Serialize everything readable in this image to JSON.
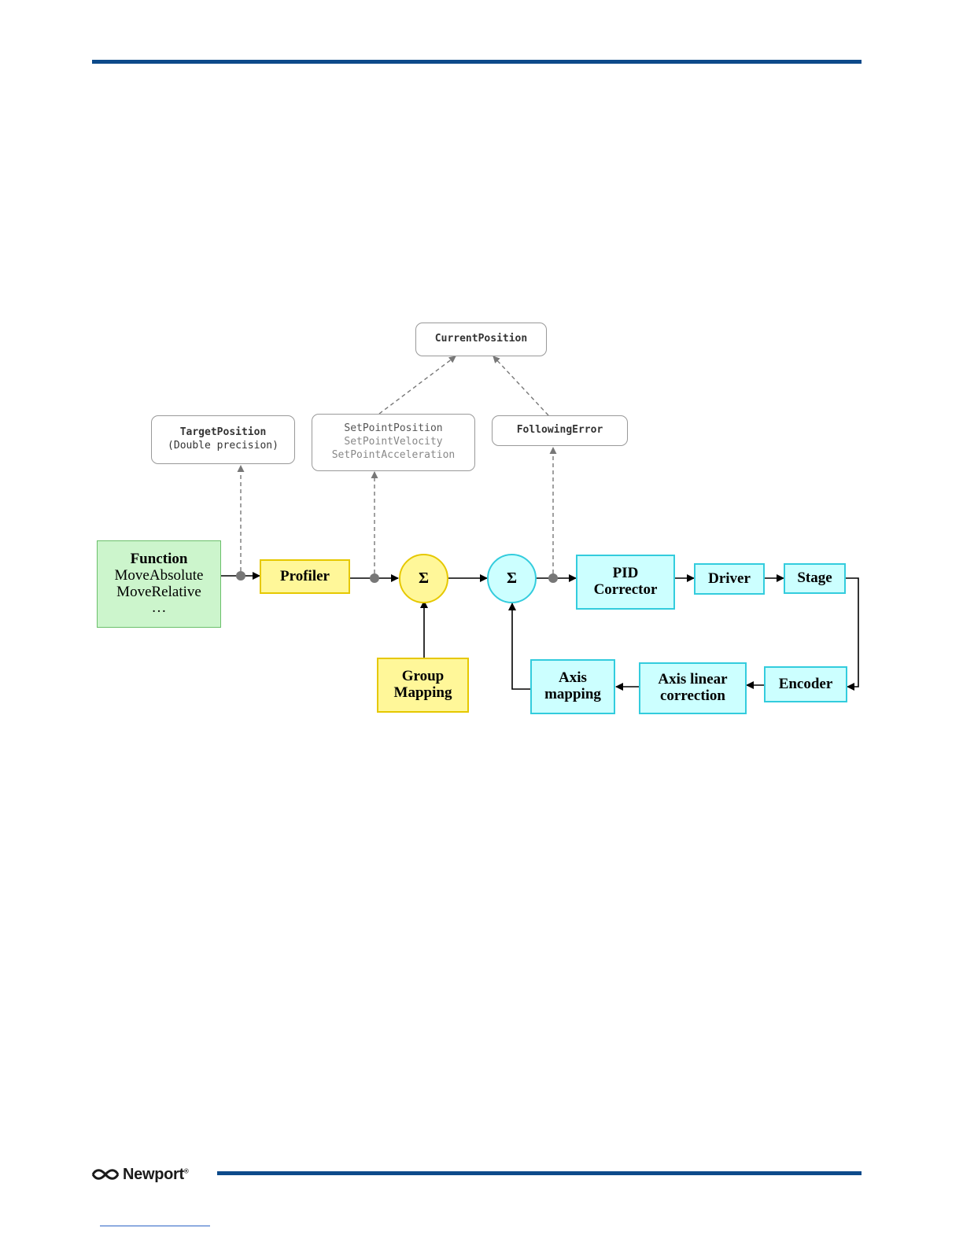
{
  "diagram": {
    "function_box": {
      "title": "Function",
      "lines": [
        "MoveAbsolute",
        "MoveRelative",
        "…"
      ]
    },
    "profiler": "Profiler",
    "sum1": "Σ",
    "sum2": "Σ",
    "group_mapping": [
      "Group",
      "Mapping"
    ],
    "pid": [
      "PID",
      "Corrector"
    ],
    "driver": "Driver",
    "stage": "Stage",
    "encoder": "Encoder",
    "axis_linear_correction": [
      "Axis linear",
      "correction"
    ],
    "axis_mapping": [
      "Axis",
      "mapping"
    ],
    "target_position": [
      "TargetPosition",
      "(Double precision)"
    ],
    "setpoint": [
      "SetPointPosition",
      "SetPointVelocity",
      "SetPointAcceleration"
    ],
    "following_error": "FollowingError",
    "current_position": "CurrentPosition"
  },
  "footer": {
    "brand": "Newport",
    "registered": "®"
  },
  "colors": {
    "rule": "#0d4a8a",
    "green_fill": "#ccf5cc",
    "yellow_fill": "#fff799",
    "cyan_fill": "#ccffff"
  }
}
